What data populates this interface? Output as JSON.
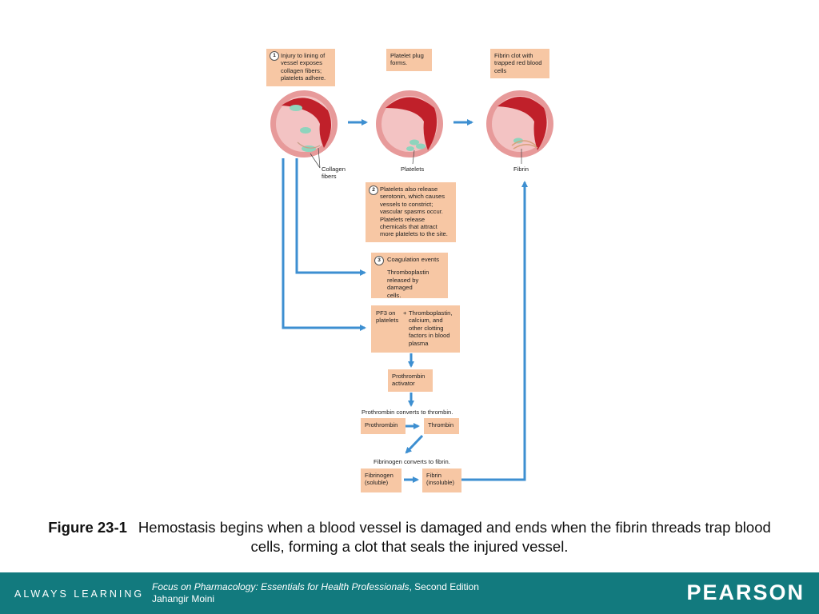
{
  "boxes": {
    "step1": {
      "num": "1",
      "text": "Injury to lining of vessel exposes collagen fibers; platelets adhere."
    },
    "plug": {
      "text": "Platelet plug forms."
    },
    "fibrin_clot": {
      "text": "Fibrin clot with trapped red blood cells"
    },
    "step2": {
      "num": "2",
      "text": "Platelets also release serotonin, which causes vessels to constrict; vascular spasms occur. Platelets release chemicals that attract more platelets to the site."
    },
    "step3": {
      "num": "3",
      "title": "Coagulation events",
      "text": "Thromboplastin released by damaged cells."
    },
    "pf3": {
      "left": "PF3 on platelets",
      "plus": "+",
      "right": "Thromboplastin, calcium, and other clotting factors in blood plasma"
    },
    "prothrombin_activator": {
      "text": "Prothrombin activator"
    },
    "prothrombin": {
      "text": "Prothrombin"
    },
    "thrombin": {
      "text": "Thrombin"
    },
    "fibrinogen": {
      "text": "Fibrinogen (soluble)"
    },
    "fibrin": {
      "text": "Fibrin (insoluble)"
    }
  },
  "labels": {
    "collagen": "Collagen fibers",
    "platelets": "Platelets",
    "fibrin": "Fibrin",
    "prothrombin_converts": "Prothrombin converts to thrombin.",
    "fibrinogen_converts": "Fibrinogen converts to fibrin."
  },
  "caption": {
    "figure": "Figure 23-1",
    "text": "Hemostasis begins when a blood vessel is damaged and ends when the fibrin threads trap blood cells, forming a clot that seals the injured vessel."
  },
  "footer": {
    "tagline": "ALWAYS LEARNING",
    "book_title": "Focus on Pharmacology: Essentials for Health Professionals",
    "edition": ", Second Edition",
    "author": "Jahangir Moini",
    "logo": "PEARSON"
  },
  "colors": {
    "box_fill": "#f7c7a4",
    "arrow": "#3d8fd1",
    "footer_bg": "#127a7e",
    "vessel_wall": "#e79a9a",
    "vessel_lumen": "#c0202a",
    "platelet": "#8fd4bd"
  }
}
